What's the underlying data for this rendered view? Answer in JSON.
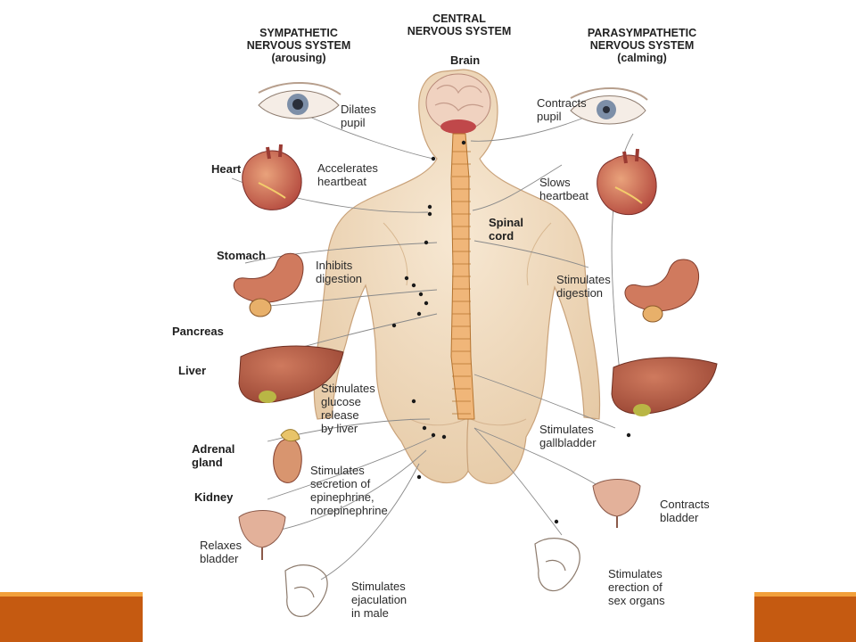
{
  "headers": {
    "sympathetic": "SYMPATHETIC\nNERVOUS SYSTEM\n(arousing)",
    "central": "CENTRAL\nNERVOUS SYSTEM",
    "parasympathetic": "PARASYMPATHETIC\nNERVOUS SYSTEM\n(calming)"
  },
  "body_labels": {
    "brain": "Brain",
    "spinal_cord": "Spinal\ncord"
  },
  "sympathetic_organs": {
    "heart": "Heart",
    "stomach": "Stomach",
    "pancreas": "Pancreas",
    "liver": "Liver",
    "adrenal_gland": "Adrenal\ngland",
    "kidney": "Kidney"
  },
  "sympathetic_effects": {
    "pupil": "Dilates\npupil",
    "heart": "Accelerates\nheartbeat",
    "digestion": "Inhibits\ndigestion",
    "glucose": "Stimulates\nglucose\nrelease\nby liver",
    "epinephrine": "Stimulates\nsecretion of\nepinephrine,\nnorepinephrine",
    "bladder": "Relaxes\nbladder",
    "ejaculation": "Stimulates\nejaculation\nin male"
  },
  "parasympathetic_effects": {
    "pupil": "Contracts\npupil",
    "heart": "Slows\nheartbeat",
    "digestion": "Stimulates\ndigestion",
    "gallbladder": "Stimulates\ngallbladder",
    "bladder": "Contracts\nbladder",
    "erection": "Stimulates\nerection of\nsex organs"
  },
  "colors": {
    "accent_bar": "#c55a11",
    "accent_bar_top": "#f2a03b",
    "body_skin": "#f1dcc0",
    "spinal_cord": "#f0b679",
    "organ_red": "#c9534a",
    "liver_brown": "#b5563f",
    "nerve_line": "#7a7a7a"
  }
}
